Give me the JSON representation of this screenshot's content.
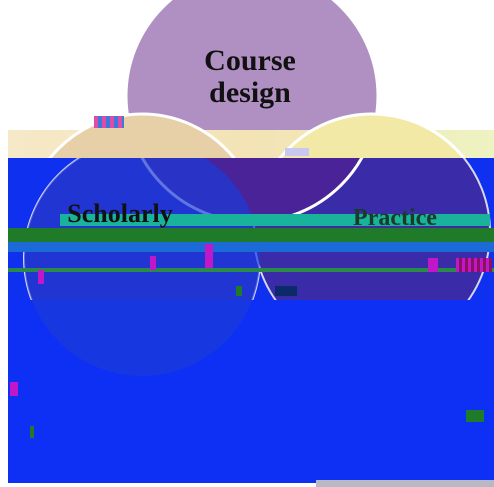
{
  "diagram": {
    "type": "venn",
    "circles": [
      {
        "id": "top",
        "label_lines": [
          "Course",
          "design"
        ],
        "fill": "#b08fc2"
      },
      {
        "id": "left",
        "label_lines": [
          "Scholarly"
        ],
        "fill": "#e7cfa8"
      },
      {
        "id": "right",
        "label_lines": [
          "Practice"
        ],
        "fill": "#f3e9a6"
      }
    ],
    "labels": {
      "course_line1": "Course",
      "course_line2": "design",
      "scholarly": "Scholarly",
      "right": "Practice"
    }
  },
  "colors": {
    "background": "#ffffff",
    "blue_overlay": "#1030f0",
    "top_circle": "#b08fc2",
    "left_circle": "#e7cfa8",
    "right_circle": "#f3e9a6",
    "outline": "#ffffff",
    "teal_glitch": "#18b39a",
    "green_glitch": "#1f7a2a",
    "magenta_glitch": "#c018c8"
  }
}
